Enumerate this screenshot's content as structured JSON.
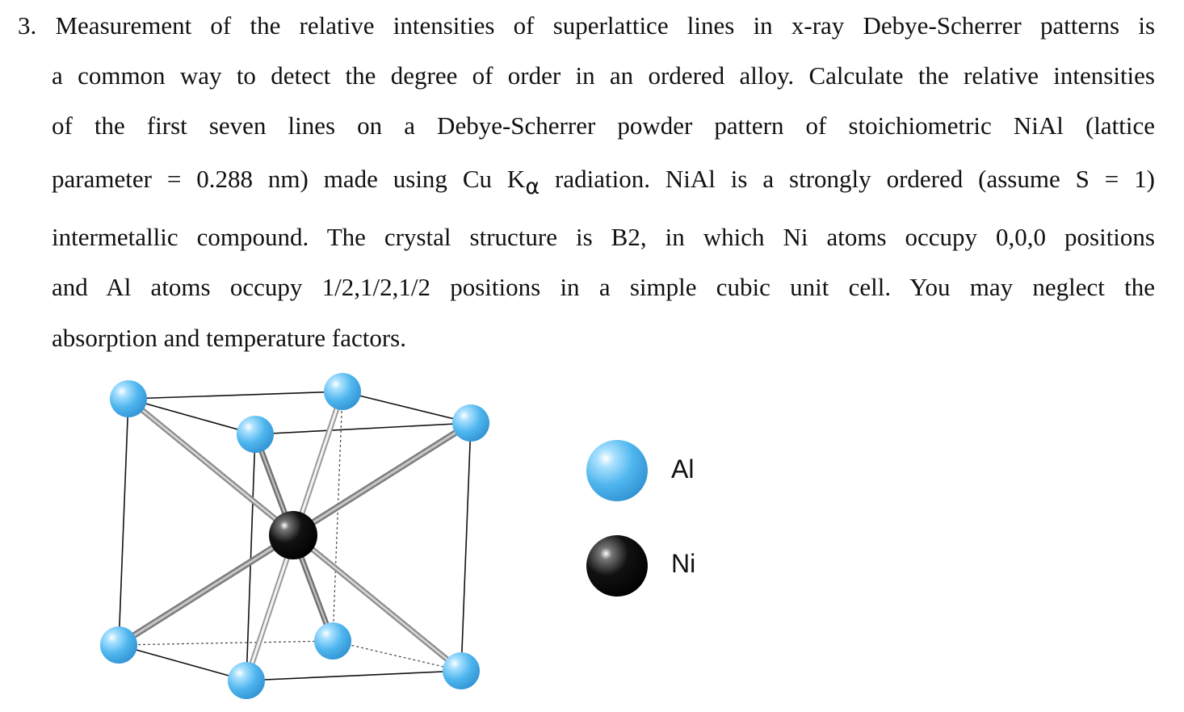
{
  "problem": {
    "number": "3.",
    "lines": [
      "Measurement of the relative intensities of superlattice lines in x-ray Debye-Scherrer patterns is",
      "a common way to detect the degree of order in an ordered alloy. Calculate the relative intensities",
      "of the first seven lines on a Debye-Scherrer powder pattern of stoichiometric NiAl (lattice",
      "intermetallic compound.  The crystal structure is B2, in which Ni atoms occupy 0,0,0 positions",
      "and Al atoms occupy 1/2,1/2,1/2 positions in a simple cubic unit cell.  You may neglect the",
      "absorption and temperature factors."
    ],
    "line4_part1": "parameter = 0.288 nm) made using Cu K",
    "line4_sub": "α",
    "line4_part2": " radiation.  NiAl is a strongly ordered (assume S = 1)"
  },
  "legend": {
    "al_label": "Al",
    "ni_label": "Ni",
    "al_color": "#4fb6ee",
    "ni_color": "#000000"
  }
}
